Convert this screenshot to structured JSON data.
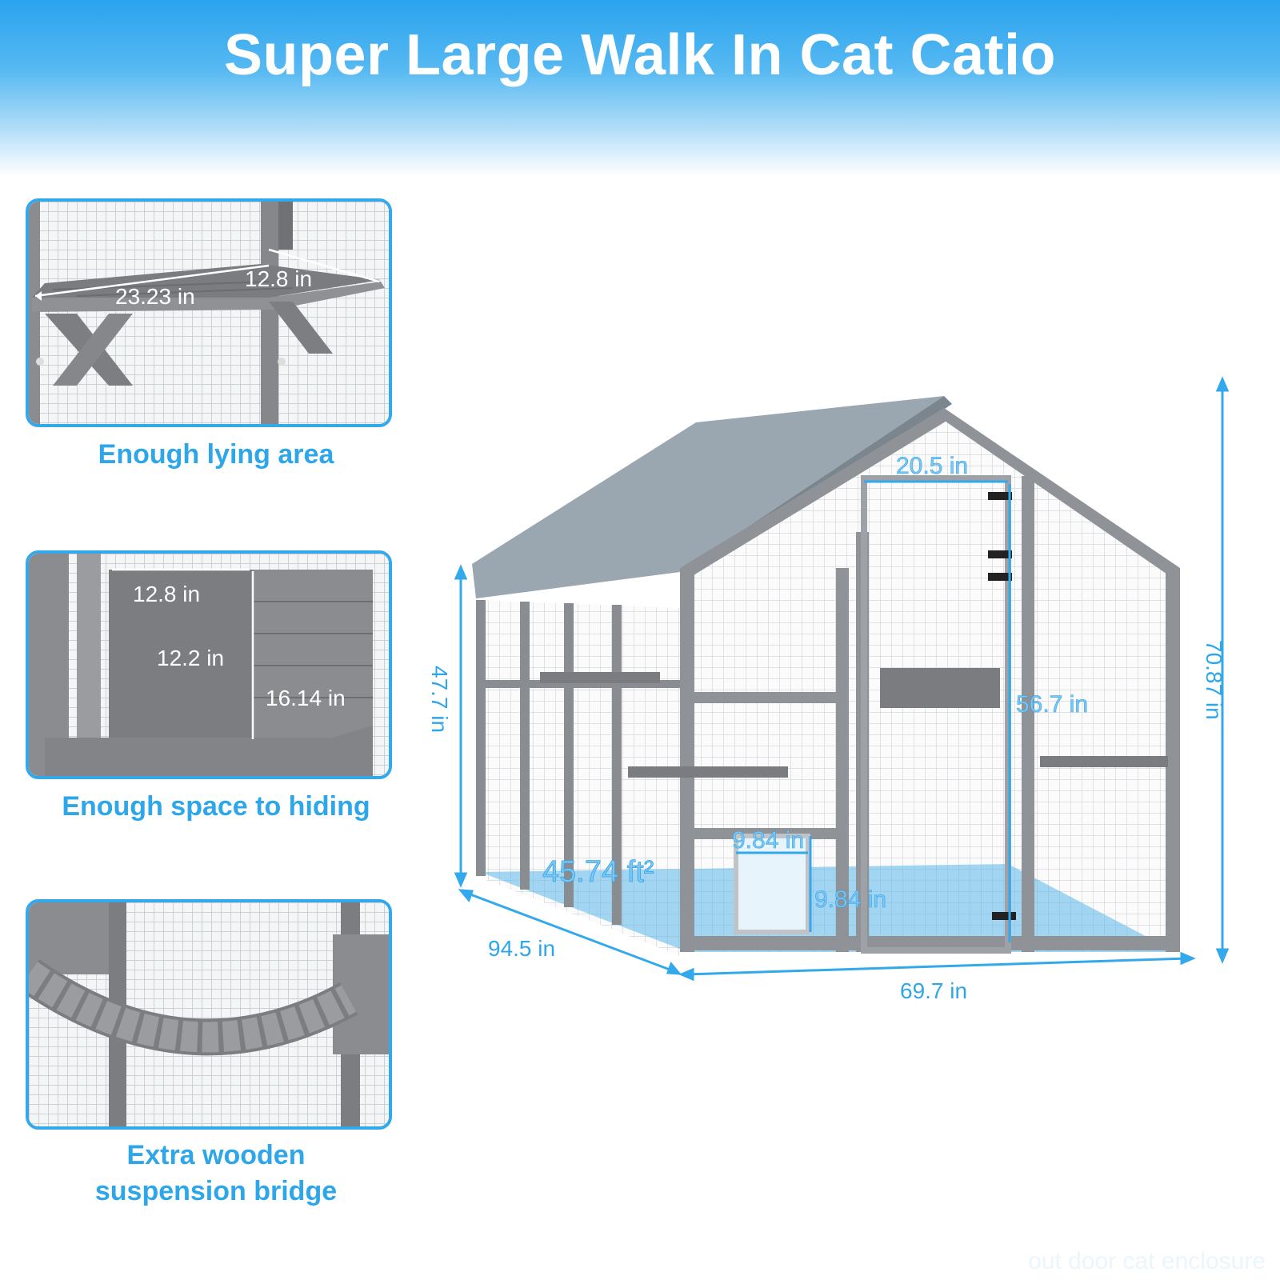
{
  "title": "Super Large Walk In Cat Catio",
  "panels": [
    {
      "caption": "Enough lying area",
      "dimensions": [
        "23.23 in",
        "12.8 in"
      ]
    },
    {
      "caption": "Enough space to hiding",
      "dimensions": [
        "12.8 in",
        "12.2 in",
        "16.14 in"
      ]
    },
    {
      "caption_line1": "Extra wooden",
      "caption_line2": "suspension bridge"
    }
  ],
  "catio_dimensions": {
    "door_width": "20.5 in",
    "door_height": "56.7 in",
    "side_height": "47.7 in",
    "total_height": "70.87 in",
    "depth": "94.5 in",
    "width": "69.7 in",
    "cat_door_width": "9.84 in",
    "cat_door_height": "9.84 in",
    "floor_area": "45.74 ft²"
  },
  "watermark": "out door cat enclosure",
  "colors": {
    "accent": "#2ea6ea",
    "dimension_line": "#33a9ec",
    "wood_gray": "#7d7f83",
    "roof": "#9aa6b0"
  }
}
